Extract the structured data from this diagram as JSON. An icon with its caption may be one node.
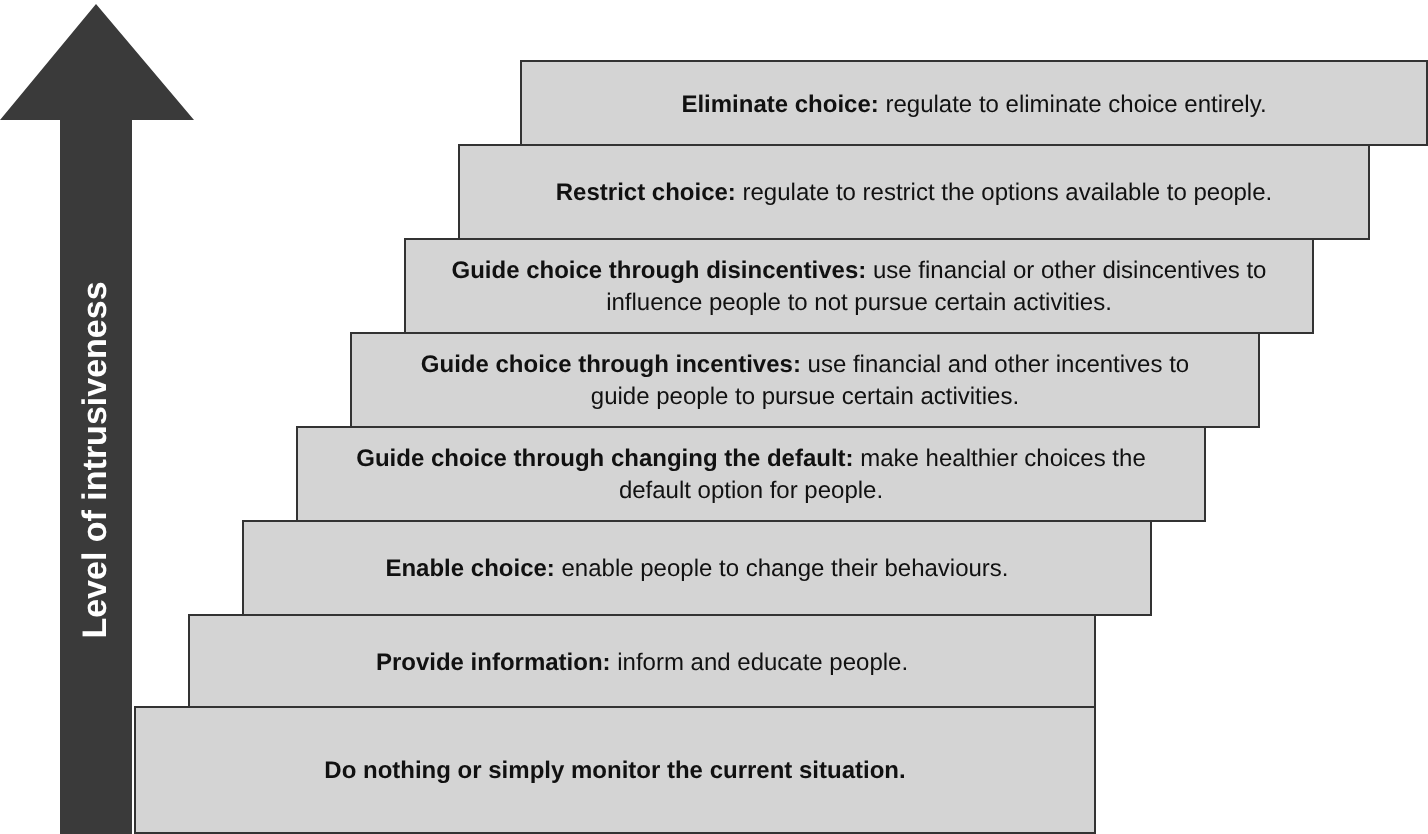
{
  "diagram": {
    "nodes": [
      {
        "text": [
          "**Eliminate choice:** regulate to eliminate choice entirely."
        ]
      },
      {
        "text": [
          "**Restrict choice:** regulate to restrict the options available to people."
        ]
      },
      {
        "text": [
          "**Guide choice through disincentives:** use financial or other disincentives to influence people to not pursue certain activities."
        ]
      },
      {
        "text": [
          "**Guide choice through incentives:** use financial and other incentives to guide people to pursue certain activities."
        ]
      },
      {
        "text": [
          "**Guide choice through changing the default:** make healthier choices the default option for people."
        ]
      },
      {
        "text": [
          "**Enable choice:** enable people to change their behaviours."
        ]
      },
      {
        "text": [
          "**Provide information:** inform and educate people."
        ]
      },
      {
        "text": [
          "Do nothing or simply monitor the current situation."
        ]
      }
    ],
    "labels": [
      "Level of intrusiveness"
    ]
  }
}
